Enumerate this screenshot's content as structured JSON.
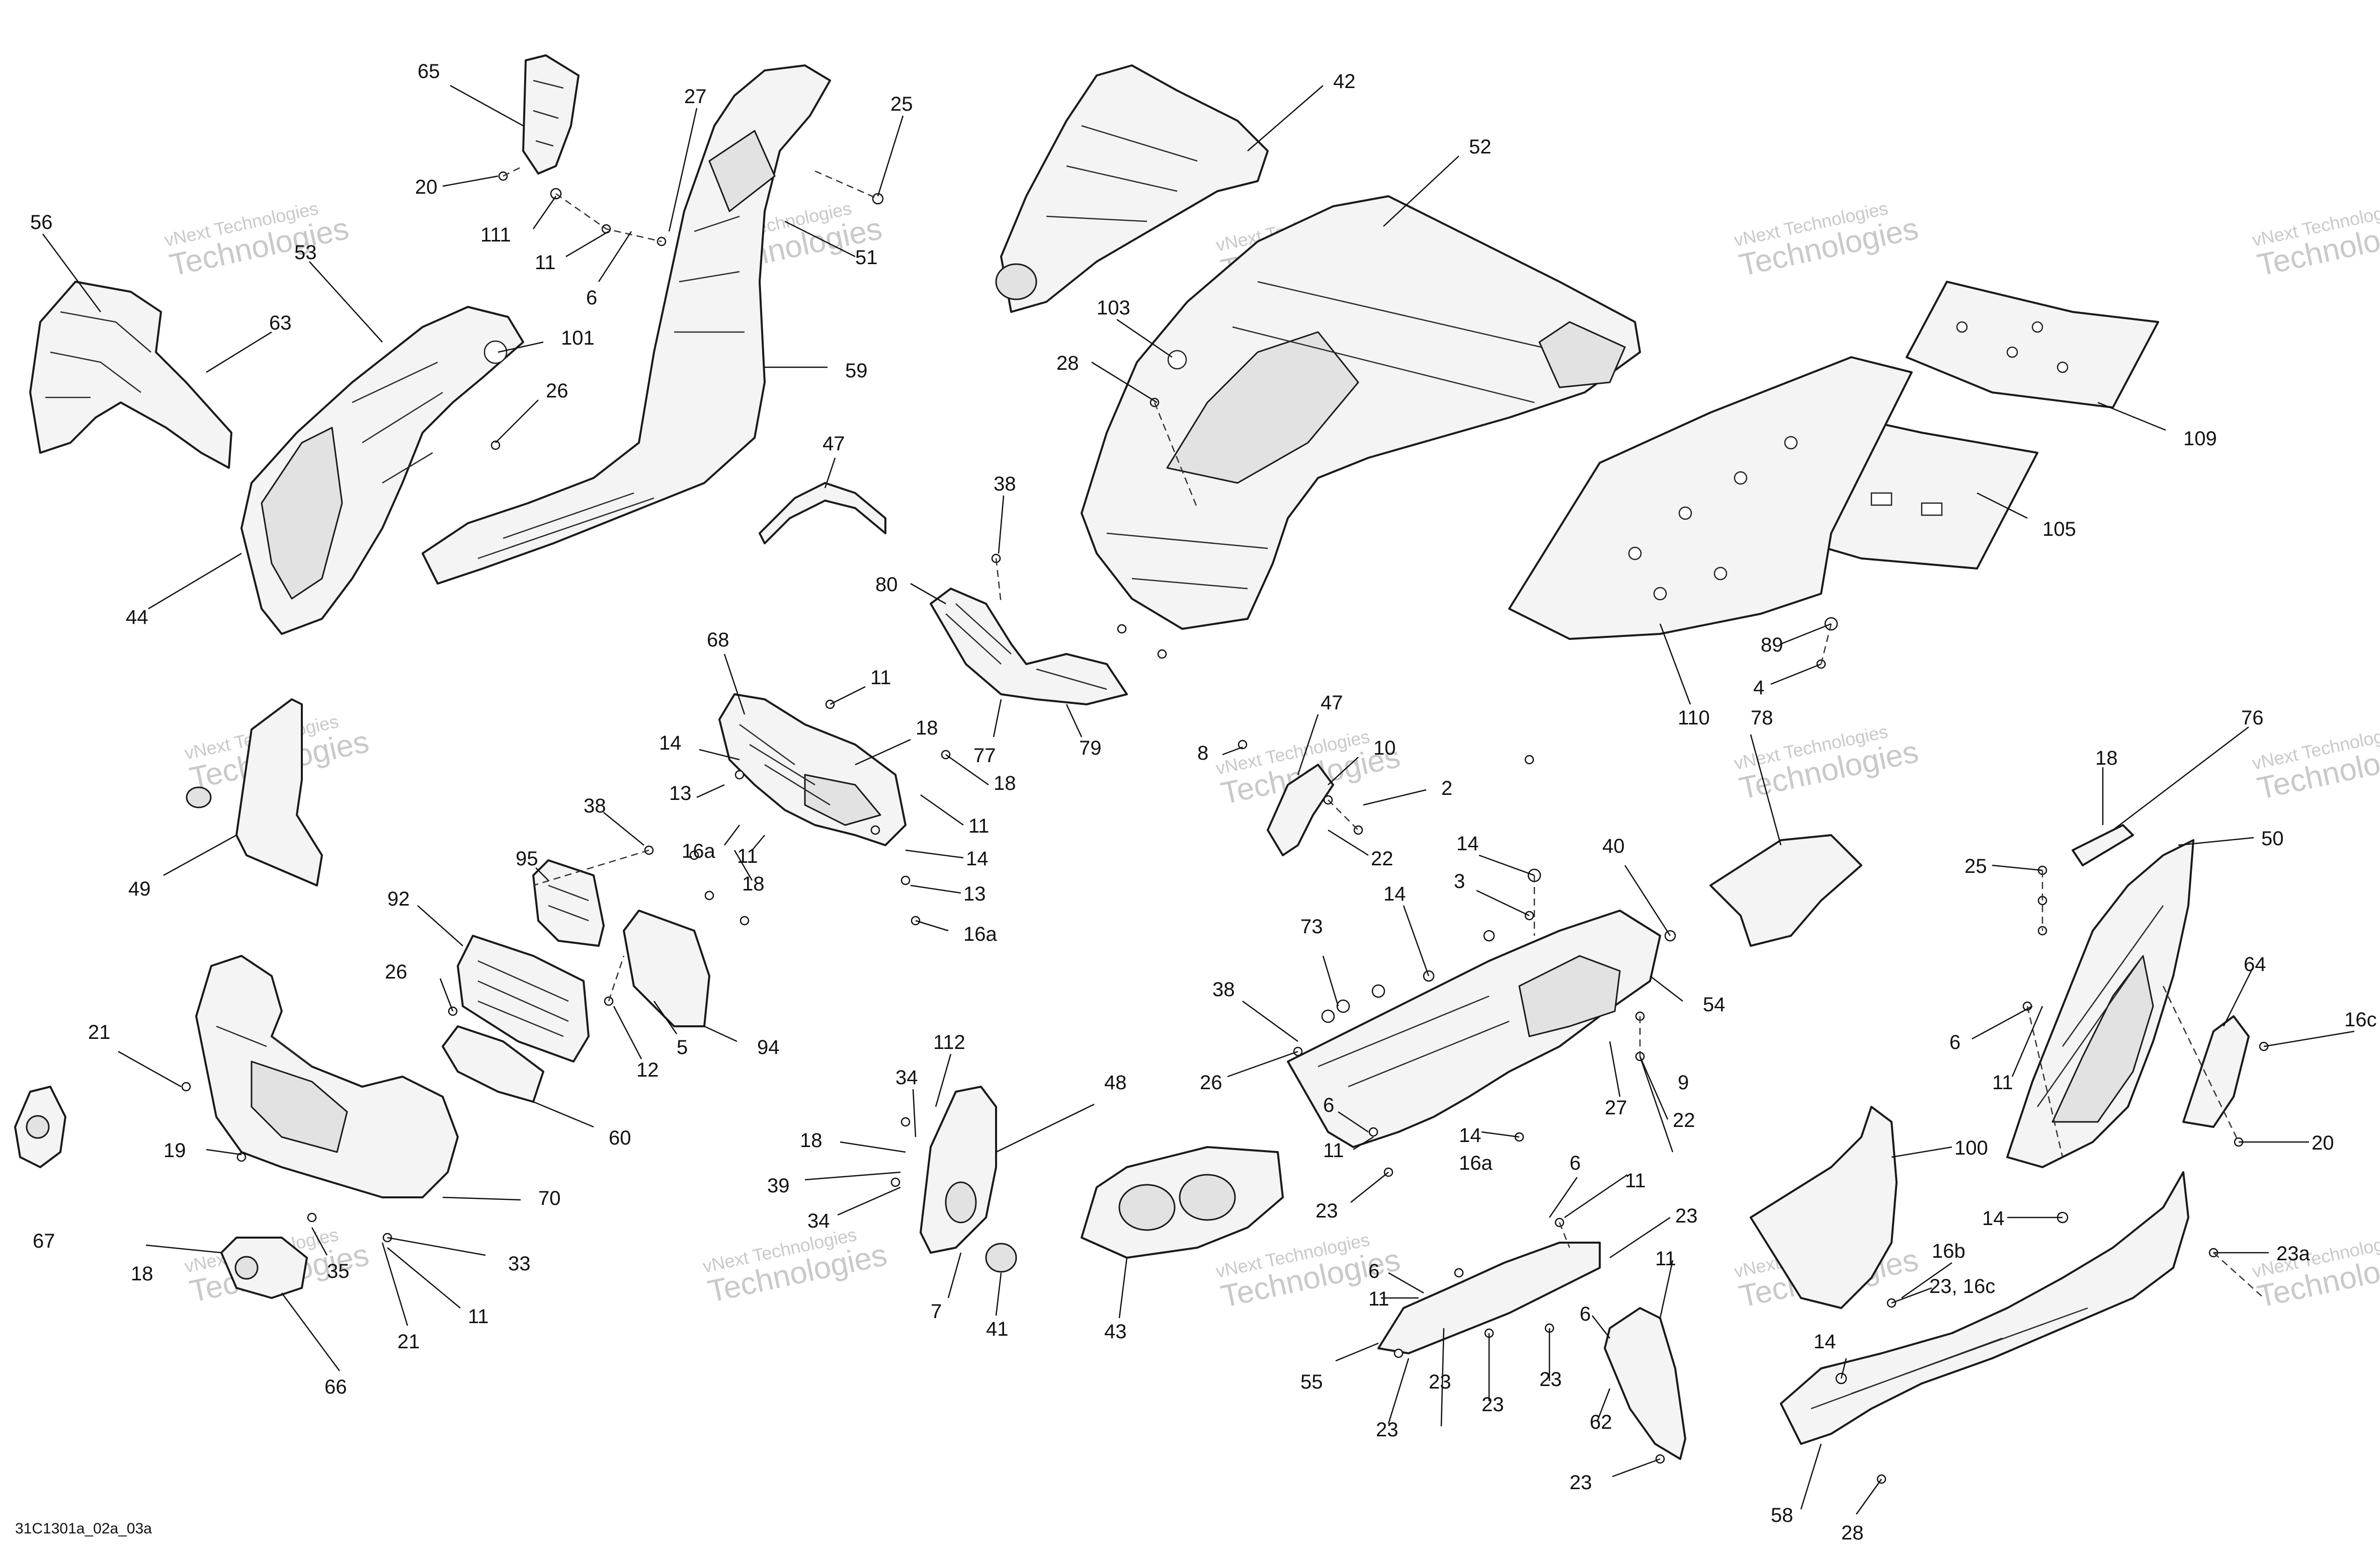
{
  "drawing_code": "31C1301a_02a_03a",
  "watermark": {
    "line1": "vNext Technologies",
    "line2": "Technologies"
  },
  "callouts": [
    {
      "id": "c65",
      "text": "65"
    },
    {
      "id": "c20a",
      "text": "20"
    },
    {
      "id": "c111",
      "text": "111"
    },
    {
      "id": "c11a",
      "text": "11"
    },
    {
      "id": "c6a",
      "text": "6"
    },
    {
      "id": "c27a",
      "text": "27"
    },
    {
      "id": "c25a",
      "text": "25"
    },
    {
      "id": "c51",
      "text": "51"
    },
    {
      "id": "c56",
      "text": "56"
    },
    {
      "id": "c53",
      "text": "53"
    },
    {
      "id": "c63",
      "text": "63"
    },
    {
      "id": "c101",
      "text": "101"
    },
    {
      "id": "c26a",
      "text": "26"
    },
    {
      "id": "c59",
      "text": "59"
    },
    {
      "id": "c44",
      "text": "44"
    },
    {
      "id": "c47a",
      "text": "47"
    },
    {
      "id": "c42",
      "text": "42"
    },
    {
      "id": "c52",
      "text": "52"
    },
    {
      "id": "c103",
      "text": "103"
    },
    {
      "id": "c28a",
      "text": "28"
    },
    {
      "id": "c38a",
      "text": "38"
    },
    {
      "id": "c80",
      "text": "80"
    },
    {
      "id": "c77",
      "text": "77"
    },
    {
      "id": "c79",
      "text": "79"
    },
    {
      "id": "c109",
      "text": "109"
    },
    {
      "id": "c105",
      "text": "105"
    },
    {
      "id": "c110",
      "text": "110"
    },
    {
      "id": "c89",
      "text": "89"
    },
    {
      "id": "c4",
      "text": "4"
    },
    {
      "id": "c68",
      "text": "68"
    },
    {
      "id": "c11b",
      "text": "11"
    },
    {
      "id": "c18a",
      "text": "18"
    },
    {
      "id": "c14a",
      "text": "14"
    },
    {
      "id": "c13a",
      "text": "13"
    },
    {
      "id": "c18b",
      "text": "18"
    },
    {
      "id": "c11c",
      "text": "11"
    },
    {
      "id": "c16aa",
      "text": "16a"
    },
    {
      "id": "c11d",
      "text": "11"
    },
    {
      "id": "c14b",
      "text": "14"
    },
    {
      "id": "c18c",
      "text": "18"
    },
    {
      "id": "c13b",
      "text": "13"
    },
    {
      "id": "c16ab",
      "text": "16a"
    },
    {
      "id": "c49",
      "text": "49"
    },
    {
      "id": "c38b",
      "text": "38"
    },
    {
      "id": "c95",
      "text": "95"
    },
    {
      "id": "c92",
      "text": "92"
    },
    {
      "id": "c26b",
      "text": "26"
    },
    {
      "id": "c5",
      "text": "5"
    },
    {
      "id": "c12",
      "text": "12"
    },
    {
      "id": "c94",
      "text": "94"
    },
    {
      "id": "c60",
      "text": "60"
    },
    {
      "id": "c21a",
      "text": "21"
    },
    {
      "id": "c19",
      "text": "19"
    },
    {
      "id": "c70",
      "text": "70"
    },
    {
      "id": "c67",
      "text": "67"
    },
    {
      "id": "c18d",
      "text": "18"
    },
    {
      "id": "c35",
      "text": "35"
    },
    {
      "id": "c33",
      "text": "33"
    },
    {
      "id": "c21b",
      "text": "21"
    },
    {
      "id": "c11e",
      "text": "11"
    },
    {
      "id": "c66",
      "text": "66"
    },
    {
      "id": "c112",
      "text": "112"
    },
    {
      "id": "c34a",
      "text": "34"
    },
    {
      "id": "c48",
      "text": "48"
    },
    {
      "id": "c18e",
      "text": "18"
    },
    {
      "id": "c39",
      "text": "39"
    },
    {
      "id": "c34b",
      "text": "34"
    },
    {
      "id": "c7",
      "text": "7"
    },
    {
      "id": "c41",
      "text": "41"
    },
    {
      "id": "c43",
      "text": "43"
    },
    {
      "id": "c47b",
      "text": "47"
    },
    {
      "id": "c8",
      "text": "8"
    },
    {
      "id": "c10",
      "text": "10"
    },
    {
      "id": "c2",
      "text": "2"
    },
    {
      "id": "c22a",
      "text": "22"
    },
    {
      "id": "c78",
      "text": "78"
    },
    {
      "id": "c14c",
      "text": "14"
    },
    {
      "id": "c3",
      "text": "3"
    },
    {
      "id": "c40",
      "text": "40"
    },
    {
      "id": "c14d",
      "text": "14"
    },
    {
      "id": "c73",
      "text": "73"
    },
    {
      "id": "c38c",
      "text": "38"
    },
    {
      "id": "c26c",
      "text": "26"
    },
    {
      "id": "c54",
      "text": "54"
    },
    {
      "id": "c27b",
      "text": "27"
    },
    {
      "id": "c9",
      "text": "9"
    },
    {
      "id": "c22b",
      "text": "22"
    },
    {
      "id": "c6b",
      "text": "6"
    },
    {
      "id": "c11f",
      "text": "11"
    },
    {
      "id": "c14e",
      "text": "14"
    },
    {
      "id": "c16ac",
      "text": "16a"
    },
    {
      "id": "c23a",
      "text": "23"
    },
    {
      "id": "c18f",
      "text": "18"
    },
    {
      "id": "c76",
      "text": "76"
    },
    {
      "id": "c50",
      "text": "50"
    },
    {
      "id": "c25b",
      "text": "25"
    },
    {
      "id": "c64",
      "text": "64"
    },
    {
      "id": "c16c",
      "text": "16c"
    },
    {
      "id": "c6c",
      "text": "6"
    },
    {
      "id": "c11g",
      "text": "11"
    },
    {
      "id": "c20b",
      "text": "20"
    },
    {
      "id": "c100",
      "text": "100"
    },
    {
      "id": "c14f",
      "text": "14"
    },
    {
      "id": "c16b",
      "text": "16b"
    },
    {
      "id": "c23a2",
      "text": "23a"
    },
    {
      "id": "c2316c",
      "text": "23, 16c"
    },
    {
      "id": "c6d",
      "text": "6"
    },
    {
      "id": "c11h",
      "text": "11"
    },
    {
      "id": "c23b",
      "text": "23"
    },
    {
      "id": "c6e",
      "text": "6"
    },
    {
      "id": "c11i",
      "text": "11"
    },
    {
      "id": "c11j",
      "text": "11"
    },
    {
      "id": "c6f",
      "text": "6"
    },
    {
      "id": "c55",
      "text": "55"
    },
    {
      "id": "c23c",
      "text": "23"
    },
    {
      "id": "c23d",
      "text": "23"
    },
    {
      "id": "c23e",
      "text": "23"
    },
    {
      "id": "c23f",
      "text": "23"
    },
    {
      "id": "c62",
      "text": "62"
    },
    {
      "id": "c23g",
      "text": "23"
    },
    {
      "id": "c14g",
      "text": "14"
    },
    {
      "id": "c58",
      "text": "58"
    },
    {
      "id": "c28b",
      "text": "28"
    }
  ]
}
